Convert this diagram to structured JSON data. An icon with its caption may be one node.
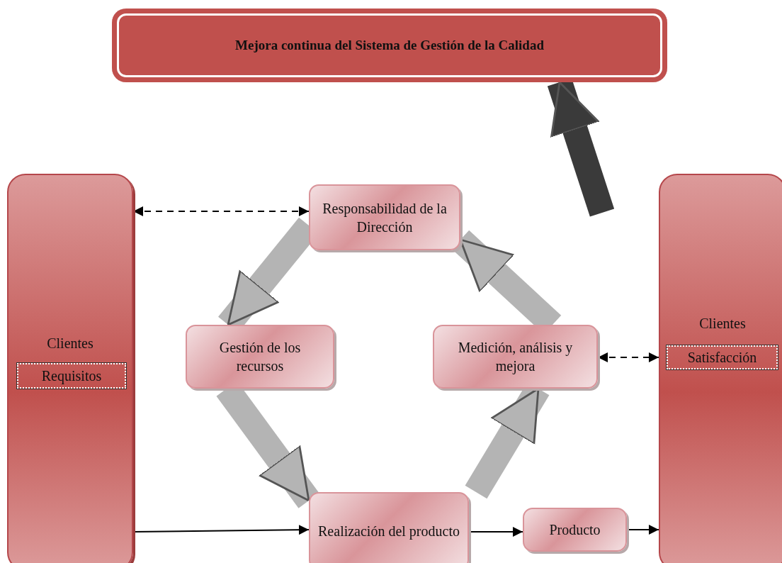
{
  "diagram": {
    "nodes": [
      {
        "text": [
          "Mejora continua del Sistema de Gestión de la Calidad"
        ]
      },
      {
        "text": [
          "Clientes"
        ]
      },
      {
        "text": [
          "Requisitos"
        ],
        "in": 1
      },
      {
        "text": [
          "Responsabilidad de la Dirección"
        ]
      },
      {
        "text": [
          "Gestión de los recursos"
        ]
      },
      {
        "text": [
          "Medición, análisis y mejora"
        ]
      },
      {
        "text": [
          "Realización del producto"
        ]
      },
      {
        "text": [
          "Producto"
        ]
      },
      {
        "text": [
          "Clientes"
        ]
      },
      {
        "text": [
          "Satisfacción"
        ],
        "in": 8
      }
    ],
    "edges": [
      {
        "from": 1,
        "to": 3,
        "arrow": "both",
        "style": "dashed"
      },
      {
        "from": 5,
        "to": 8,
        "arrow": "both",
        "style": "dashed"
      },
      {
        "from": 1,
        "to": 6,
        "arrow": "to"
      },
      {
        "from": 6,
        "to": 7,
        "arrow": "to"
      },
      {
        "from": 7,
        "to": 8,
        "arrow": "to"
      },
      {
        "from": 3,
        "to": 4,
        "arrow": "to",
        "style": "thick",
        "color": "#b4b4b4"
      },
      {
        "from": 4,
        "to": 6,
        "arrow": "to",
        "style": "thick",
        "color": "#b4b4b4"
      },
      {
        "from": 6,
        "to": 5,
        "arrow": "to",
        "style": "thick",
        "color": "#b4b4b4"
      },
      {
        "from": 5,
        "to": 3,
        "arrow": "to",
        "style": "thick",
        "color": "#b4b4b4"
      },
      {
        "from": null,
        "to": 0,
        "arrow": "to",
        "style": "thick",
        "color": "#3a3a3a"
      }
    ]
  }
}
